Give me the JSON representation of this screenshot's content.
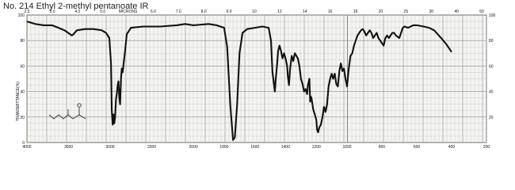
{
  "title": "No. 214 Ethyl 2-methyl pentanoate IR",
  "chart_data": {
    "type": "line",
    "title": "No. 214 Ethyl 2-methyl pentanoate IR",
    "top_axis_label": "MICRONS",
    "left_axis_label": "TRANSMITTANCE(%)",
    "grid": true,
    "ylim": [
      0,
      100
    ],
    "y_ticks": [
      "100",
      "80",
      "60",
      "40",
      "20",
      "0"
    ],
    "right_ticks": [
      "100",
      "80",
      "60",
      "40",
      "20"
    ],
    "top_ticks": [
      "2.5",
      "3.0",
      "4.0",
      "5.0",
      "MICRONS",
      "6.0",
      "7.0",
      "8.0",
      "9.0",
      "10",
      "12",
      "14",
      "16",
      "18",
      "20",
      "25",
      "30",
      "40",
      "50"
    ],
    "bottom_ticks": [
      "4000",
      "3500",
      "3000",
      "2500",
      "2000",
      "1800",
      "1600",
      "1400",
      "1200",
      "1000",
      "800",
      "600",
      "400",
      "200"
    ],
    "series": [
      {
        "values": [
          [
            4000,
            95
          ],
          [
            3900,
            93
          ],
          [
            3800,
            92
          ],
          [
            3700,
            92
          ],
          [
            3620,
            90
          ],
          [
            3550,
            88
          ],
          [
            3460,
            84
          ],
          [
            3440,
            85
          ],
          [
            3400,
            88
          ],
          [
            3300,
            89
          ],
          [
            3200,
            89
          ],
          [
            3100,
            88
          ],
          [
            3050,
            86
          ],
          [
            3010,
            82
          ],
          [
            2990,
            62
          ],
          [
            2980,
            25
          ],
          [
            2970,
            14
          ],
          [
            2960,
            22
          ],
          [
            2950,
            15
          ],
          [
            2940,
            20
          ],
          [
            2930,
            34
          ],
          [
            2920,
            38
          ],
          [
            2910,
            45
          ],
          [
            2900,
            48
          ],
          [
            2890,
            35
          ],
          [
            2880,
            30
          ],
          [
            2870,
            50
          ],
          [
            2860,
            58
          ],
          [
            2850,
            55
          ],
          [
            2820,
            72
          ],
          [
            2800,
            85
          ],
          [
            2750,
            90
          ],
          [
            2600,
            91
          ],
          [
            2400,
            91
          ],
          [
            2200,
            92
          ],
          [
            2100,
            93
          ],
          [
            2000,
            92
          ],
          [
            1900,
            93
          ],
          [
            1850,
            92
          ],
          [
            1800,
            90
          ],
          [
            1780,
            75
          ],
          [
            1760,
            30
          ],
          [
            1742,
            2
          ],
          [
            1730,
            4
          ],
          [
            1715,
            30
          ],
          [
            1700,
            70
          ],
          [
            1680,
            86
          ],
          [
            1650,
            89
          ],
          [
            1600,
            90
          ],
          [
            1550,
            91
          ],
          [
            1510,
            90
          ],
          [
            1495,
            80
          ],
          [
            1485,
            55
          ],
          [
            1470,
            40
          ],
          [
            1465,
            48
          ],
          [
            1455,
            62
          ],
          [
            1448,
            72
          ],
          [
            1440,
            76
          ],
          [
            1430,
            72
          ],
          [
            1420,
            66
          ],
          [
            1410,
            70
          ],
          [
            1400,
            66
          ],
          [
            1390,
            60
          ],
          [
            1385,
            52
          ],
          [
            1378,
            45
          ],
          [
            1370,
            58
          ],
          [
            1360,
            68
          ],
          [
            1350,
            64
          ],
          [
            1340,
            70
          ],
          [
            1320,
            66
          ],
          [
            1310,
            60
          ],
          [
            1300,
            50
          ],
          [
            1290,
            46
          ],
          [
            1280,
            40
          ],
          [
            1270,
            42
          ],
          [
            1260,
            38
          ],
          [
            1255,
            45
          ],
          [
            1245,
            50
          ],
          [
            1240,
            32
          ],
          [
            1235,
            36
          ],
          [
            1230,
            34
          ],
          [
            1220,
            26
          ],
          [
            1210,
            22
          ],
          [
            1200,
            18
          ],
          [
            1195,
            10
          ],
          [
            1188,
            8
          ],
          [
            1180,
            12
          ],
          [
            1170,
            14
          ],
          [
            1160,
            20
          ],
          [
            1150,
            28
          ],
          [
            1140,
            24
          ],
          [
            1130,
            30
          ],
          [
            1120,
            44
          ],
          [
            1110,
            50
          ],
          [
            1100,
            54
          ],
          [
            1090,
            50
          ],
          [
            1080,
            54
          ],
          [
            1070,
            46
          ],
          [
            1060,
            44
          ],
          [
            1050,
            56
          ],
          [
            1040,
            62
          ],
          [
            1030,
            56
          ],
          [
            1020,
            58
          ],
          [
            1010,
            50
          ],
          [
            1000,
            44
          ],
          [
            990,
            58
          ],
          [
            980,
            68
          ],
          [
            970,
            70
          ],
          [
            960,
            76
          ],
          [
            950,
            80
          ],
          [
            940,
            84
          ],
          [
            930,
            86
          ],
          [
            920,
            88
          ],
          [
            910,
            89
          ],
          [
            900,
            87
          ],
          [
            890,
            84
          ],
          [
            880,
            86
          ],
          [
            870,
            88
          ],
          [
            860,
            86
          ],
          [
            850,
            82
          ],
          [
            840,
            84
          ],
          [
            830,
            86
          ],
          [
            820,
            82
          ],
          [
            810,
            80
          ],
          [
            800,
            78
          ],
          [
            790,
            76
          ],
          [
            780,
            82
          ],
          [
            770,
            84
          ],
          [
            760,
            82
          ],
          [
            740,
            86
          ],
          [
            730,
            86
          ],
          [
            720,
            84
          ],
          [
            700,
            82
          ],
          [
            690,
            86
          ],
          [
            680,
            90
          ],
          [
            670,
            91
          ],
          [
            650,
            90
          ],
          [
            620,
            92
          ],
          [
            600,
            92
          ],
          [
            560,
            91
          ],
          [
            530,
            90
          ],
          [
            500,
            88
          ],
          [
            480,
            85
          ],
          [
            460,
            82
          ],
          [
            430,
            77
          ],
          [
            400,
            71
          ]
        ]
      }
    ]
  }
}
